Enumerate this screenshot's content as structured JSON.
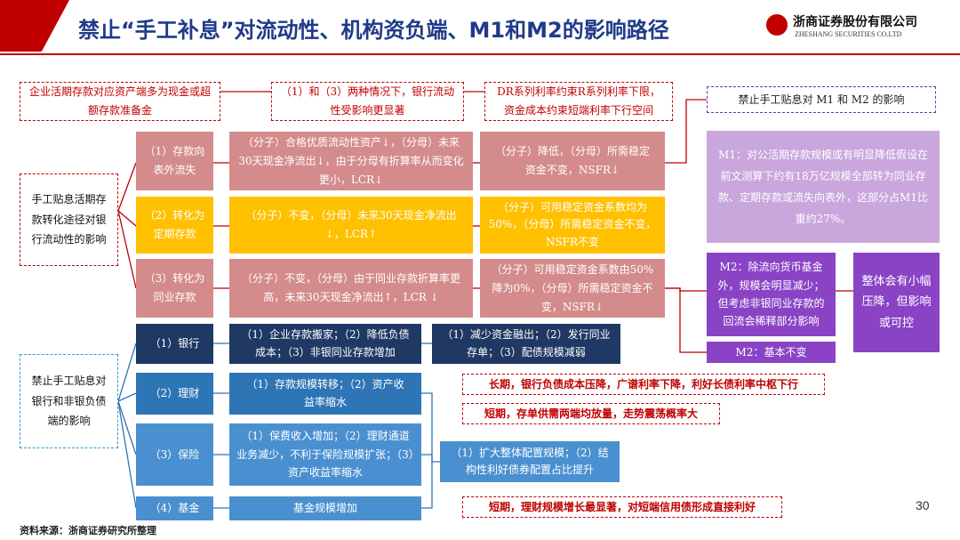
{
  "header": {
    "title": "禁止“手工补息”对流动性、机构资负端、M1和M2的影响路径",
    "company_cn": "浙商证券股份有限公司",
    "company_en": "ZHESHANG SECURITIES CO.LTD"
  },
  "top_notes": [
    "企业活期存款对应资产端多为现金或超额存款准备金",
    "（1）和（3）两种情况下，银行流动性受影响更显著",
    "DR系列利率约束R系列利率下限，资金成本约束短端利率下行空间",
    "禁止手工贴息对 M1 和 M2 的影响"
  ],
  "liquidity": {
    "root": "手工贴息活期存款转化途径对银行流动性的影响",
    "rows": [
      {
        "path": "（1）存款向表外流失",
        "lcr": "（分子）合格优质流动性资产↓，（分母）未来30天现金净流出↓，由于分母有折算率从而变化更小，LCR↓",
        "nsfr": "（分子）降低，（分母）所需稳定资金不变，NSFR↓"
      },
      {
        "path": "（2）转化为定期存款",
        "lcr": "（分子）不变，（分母）未来30天现金净流出↓，LCR↑",
        "nsfr": "（分子）可用稳定资金系数均为50%，（分母）所需稳定资金不变，NSFR不变"
      },
      {
        "path": "（3）转化为同业存款",
        "lcr": "（分子）不变，（分母）由于同业存款折算率更高，未来30天现金净流出↑，LCR ↓",
        "nsfr": "（分子）可用稳定资金系数由50%降为0%，（分母）所需稳定资金不变，NSFR↓"
      }
    ]
  },
  "m_impact": {
    "m1": "M1：对公活期存款规模或有明显降低假设在前文测算下约有18万亿规模全部转为同业存款、定期存款或流失向表外，这部分占M1比重约27%。",
    "m2_a": "M2：除流向货币基金外，规模会明显减少；但考虑非银同业存款的回流会稀释部分影响",
    "m2_b": "M2：基本不变",
    "overall": "整体会有小幅压降，但影响或可控"
  },
  "institutions": {
    "root": "禁止手工贴息对银行和非银负债端的影响",
    "bank": {
      "label": "（1）银行",
      "effect": "（1）企业存款搬家；（2）降低负债成本；（3）非银同业存款增加",
      "result": "（1）减少资金融出；（2）发行同业存单；（3）配债规模减弱"
    },
    "wealth": {
      "label": "（2）理财",
      "effect": "（1）存款规模转移；（2）资产收益率缩水"
    },
    "insurance": {
      "label": "（3）保险",
      "effect": "（1）保费收入增加；（2）理财通道业务减少，不利于保险规模扩张；（3）资产收益率缩水"
    },
    "fund": {
      "label": "（4）基金",
      "effect": "基金规模增加"
    },
    "combined": "（1）扩大整体配置规模；（2）结构性利好债券配置占比提升"
  },
  "conclusions": [
    "长期，银行负债成本压降，广谱利率下降，利好长债利率中枢下行",
    "短期，存单供需两端均放量，走势震荡概率大",
    "短期，理财规模增长最显著，对短端信用债形成直接利好"
  ],
  "page_number": "30",
  "source": "资料来源：浙商证券研究所整理",
  "colors": {
    "accent": "#c00000",
    "title": "#1f3a8a",
    "navy": "#1f3864",
    "purple": "#8a43c5"
  }
}
